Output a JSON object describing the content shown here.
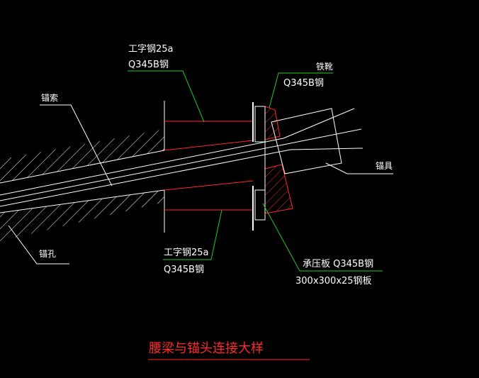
{
  "labels": {
    "i_beam_top_line1": "工字钢25a",
    "i_beam_top_line2": "Q345B钢",
    "wedge_line1": "铁靴",
    "wedge_line2": "Q345B钢",
    "anchor_cable": "锚索",
    "anchorage": "锚具",
    "anchor_hole": "锚孔",
    "i_beam_bottom_line1": "工字钢25a",
    "i_beam_bottom_line2": "Q345B钢",
    "bearing_plate_line1": "承压板 Q345B钢",
    "bearing_plate_line2": "300x300x25钢板"
  },
  "title": "腰梁与锚头连接大样",
  "colors": {
    "background": "#000000",
    "line": "#ffffff",
    "steel": "#ff2a2a",
    "leader": "#22cc22",
    "title": "#ff2a2a"
  }
}
